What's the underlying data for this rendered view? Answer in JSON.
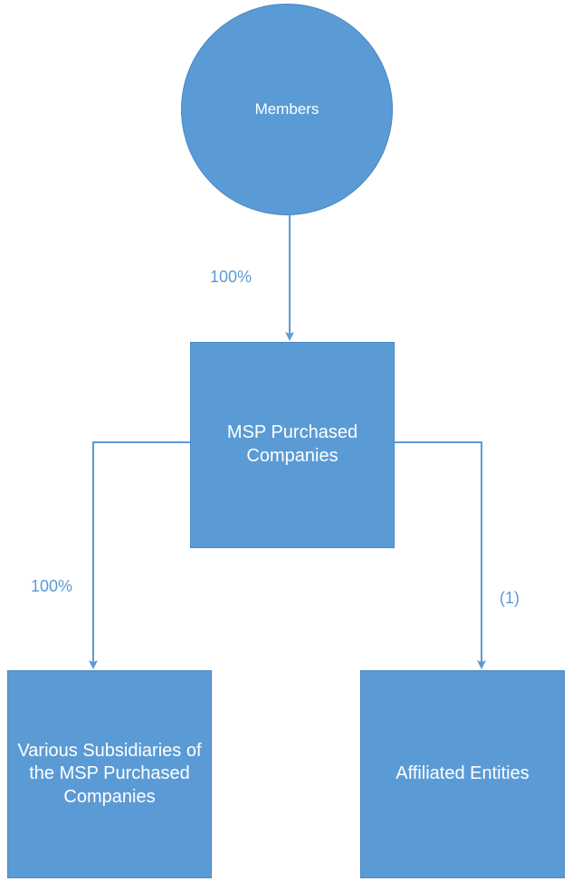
{
  "nodes": {
    "members": "Members",
    "msp_purchased": "MSP Purchased Companies",
    "subsidiaries": "Various Subsidiaries of the MSP Purchased Companies",
    "affiliated": "Affiliated Entities"
  },
  "edges": {
    "members_to_msp": "100%",
    "msp_to_subsidiaries": "100%",
    "msp_to_affiliated": "(1)"
  },
  "colors": {
    "node_fill": "#5b9bd5",
    "node_border": "#4a87c2",
    "connector": "#5b9bd5",
    "node_text": "#ffffff"
  }
}
